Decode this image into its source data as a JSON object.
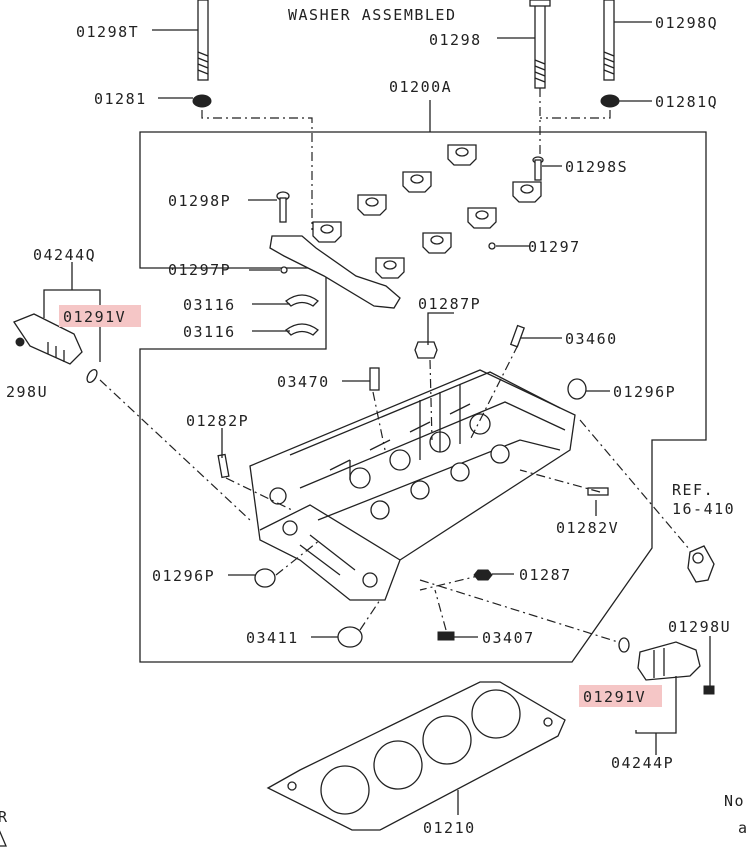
{
  "header": {
    "note": "WASHER ASSEMBLED"
  },
  "highlight_color": "#f5c6c6",
  "labels": {
    "p01298T": "01298T",
    "p01298": "01298",
    "p01298Q": "01298Q",
    "p01281": "01281",
    "p01200A": "01200A",
    "p01281Q": "01281Q",
    "p01298S": "01298S",
    "p01298P": "01298P",
    "p01297": "01297",
    "p04244Q": "04244Q",
    "p01297P": "01297P",
    "p03116a": "03116",
    "p03116b": "03116",
    "p01291V_left": "01291V",
    "p01287P": "01287P",
    "p03460": "03460",
    "p298U": "298U",
    "p03470": "03470",
    "p01296P_right": "01296P",
    "p01282P": "01282P",
    "ref_line1": "REF.",
    "ref_line2": "16-410",
    "p01282V": "01282V",
    "p01296P_left": "01296P",
    "p01287": "01287",
    "p03411": "03411",
    "p03407": "03407",
    "p01298U": "01298U",
    "p01291V_right": "01291V",
    "p04244P": "04244P",
    "p01210": "01210"
  },
  "edge_text": {
    "note_partial": "No",
    "a_partial": "a",
    "r_partial": "R"
  },
  "icons": [
    "washer-icon",
    "bolt-icon",
    "camshaft-bearing-cap-icon",
    "cylinder-head-icon",
    "oil-control-valve-icon",
    "head-gasket-icon",
    "sensor-icon"
  ]
}
